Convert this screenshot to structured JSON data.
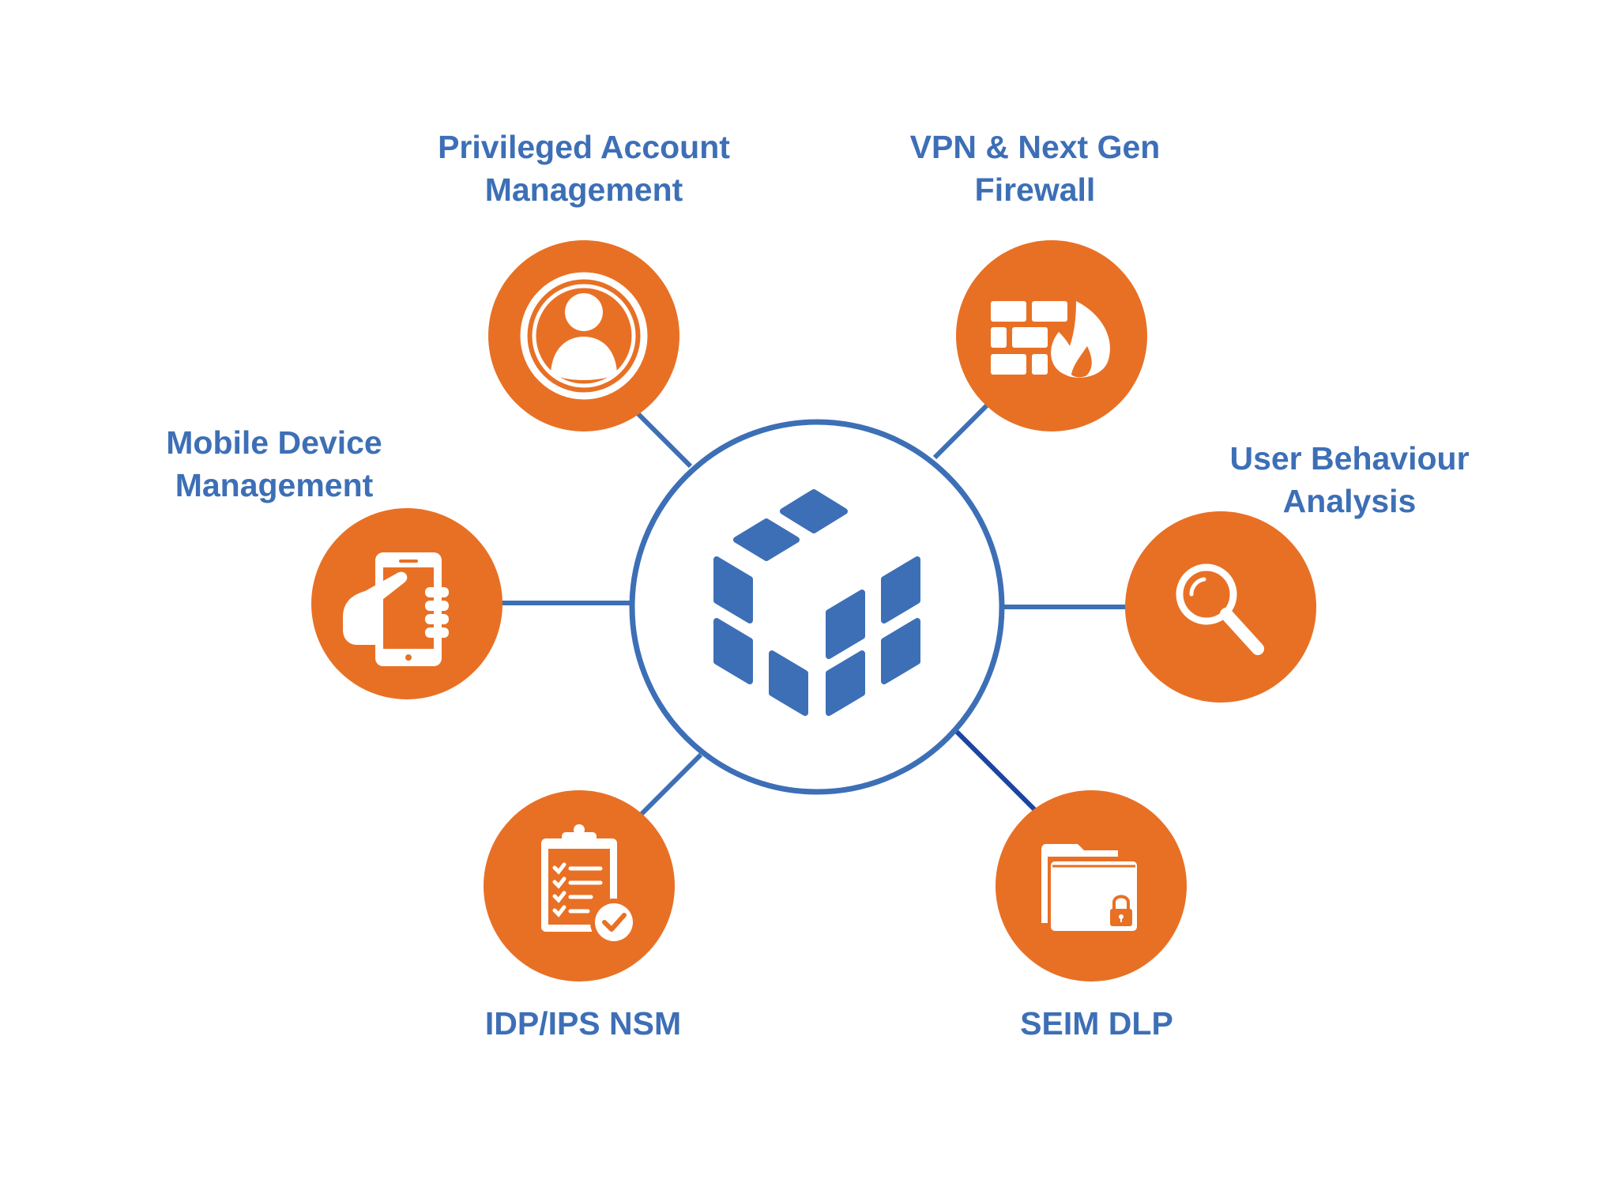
{
  "colors": {
    "blue": "#3d6fb6",
    "dark_blue": "#1b45a0",
    "orange": "#e87024",
    "white": "#ffffff"
  },
  "hub": {
    "icon": "cube-logo-icon"
  },
  "nodes": [
    {
      "id": "pam",
      "lines": [
        "Privileged Account",
        "Management"
      ],
      "icon": "user-account-icon"
    },
    {
      "id": "vpn",
      "lines": [
        "VPN & Next Gen",
        "Firewall"
      ],
      "icon": "firewall-icon"
    },
    {
      "id": "mdm",
      "lines": [
        "Mobile Device",
        "Management"
      ],
      "icon": "mobile-device-icon"
    },
    {
      "id": "uba",
      "lines": [
        "User Behaviour",
        "Analysis"
      ],
      "icon": "magnifier-icon"
    },
    {
      "id": "idp",
      "lines": [
        "IDP/IPS NSM"
      ],
      "icon": "checklist-icon"
    },
    {
      "id": "seim",
      "lines": [
        "SEIM DLP"
      ],
      "icon": "locked-folder-icon"
    }
  ]
}
